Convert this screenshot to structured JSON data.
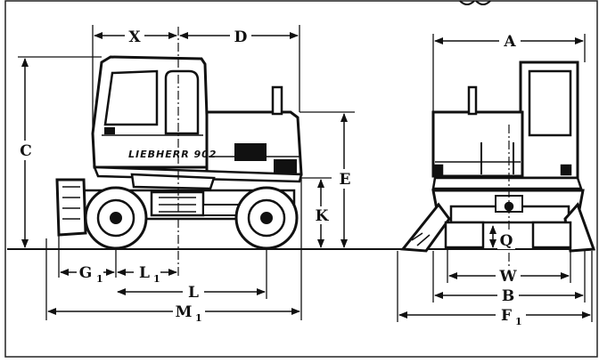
{
  "diagram": {
    "brand_text": "LIEBHERR 902",
    "labels": {
      "X": "X",
      "D": "D",
      "C": "C",
      "E": "E",
      "K": "K",
      "G1": "G",
      "G1_sub": "1",
      "L1": "L",
      "L1_sub": "1",
      "L": "L",
      "M1": "M",
      "M1_sub": "1",
      "A": "A",
      "Q": "Q",
      "W": "W",
      "B": "B",
      "F1": "F",
      "F1_sub": "1"
    }
  }
}
